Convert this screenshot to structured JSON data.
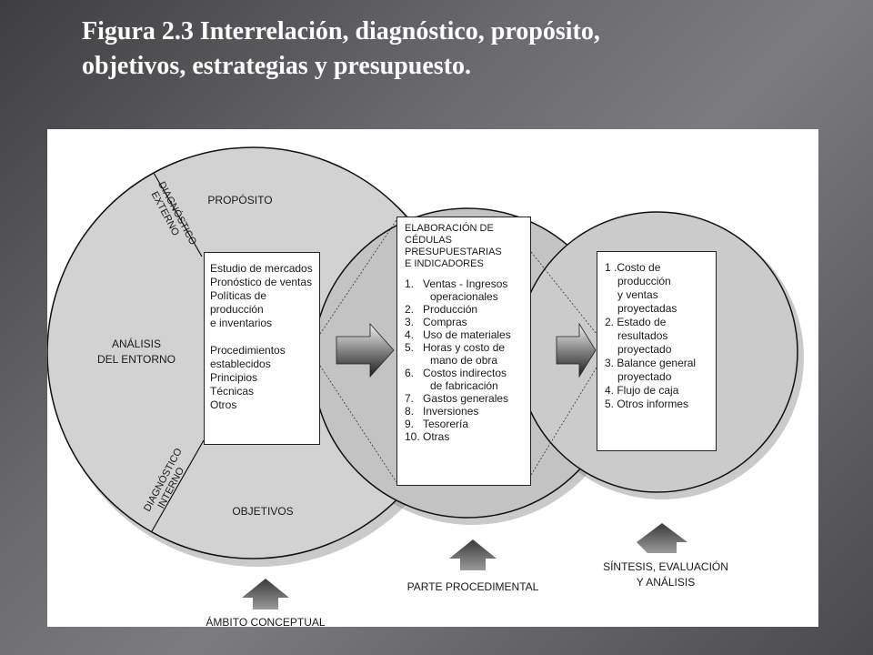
{
  "title": {
    "line1": "Figura 2.3 Interrelación, diagnóstico, propósito,",
    "line2": "objetivos, estrategias y presupuesto."
  },
  "diagram": {
    "left_circle": {
      "purpose": "PROPÓSITO",
      "analysis_line1": "ANÁLISIS",
      "analysis_line2": "DEL ENTORNO",
      "objectives": "OBJETIVOS",
      "external_line1": "DIAGNÓSTICO",
      "external_line2": "EXTERNO",
      "internal_line1": "DIAGNÓSTICO",
      "internal_line2": "INTERNO"
    },
    "strategies_box": {
      "lines_top": [
        "Estudio de mercados",
        "Pronóstico de ventas",
        "Políticas de",
        "producción",
        "e inventarios"
      ],
      "lines_bottom": [
        "Procedimientos",
        "establecidos",
        "Principios",
        "Técnicas",
        "Otros"
      ]
    },
    "budget_box": {
      "heading": [
        "ELABORACIÓN DE",
        "CÉDULAS",
        "PRESUPUESTARIAS",
        "E INDICADORES"
      ],
      "items": [
        {
          "num": "1.",
          "lines": [
            "Ventas  - Ingresos",
            "operacionales"
          ]
        },
        {
          "num": "2.",
          "lines": [
            "Producción"
          ]
        },
        {
          "num": "3.",
          "lines": [
            "Compras"
          ]
        },
        {
          "num": "4.",
          "lines": [
            "Uso de materiales"
          ]
        },
        {
          "num": "5.",
          "lines": [
            "Horas y costo de",
            "mano de obra"
          ]
        },
        {
          "num": "6.",
          "lines": [
            "Costos indirectos",
            "de fabricación"
          ]
        },
        {
          "num": "7.",
          "lines": [
            "Gastos generales"
          ]
        },
        {
          "num": "8.",
          "lines": [
            "Inversiones"
          ]
        },
        {
          "num": "9.",
          "lines": [
            "Tesorería"
          ]
        },
        {
          "num": "10.",
          "lines": [
            "Otras"
          ]
        }
      ]
    },
    "results_box": {
      "lines": [
        "1 .Costo de",
        "   producción",
        "   y ventas",
        "   proyectadas",
        "2. Estado de",
        "   resultados",
        "   proyectado",
        "3. Balance general",
        "   proyectado",
        "4. Flujo de caja",
        "5. Otros informes"
      ]
    },
    "labels": {
      "conceptual": "ÁMBITO CONCEPTUAL",
      "procedural": "PARTE PROCEDIMENTAL",
      "synthesis_line1": "SÍNTESIS, EVALUACIÓN",
      "synthesis_line2": "Y ANÁLISIS"
    },
    "colors": {
      "left_circle": "#d2d2d2",
      "middle_circle": "#c3c3c3",
      "right_circle": "#cbcbcb",
      "outline": "#111111",
      "shadow": "#7a7a7a"
    }
  }
}
